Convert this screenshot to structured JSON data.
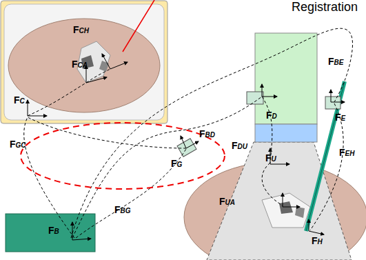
{
  "diagram": {
    "title": "Registration",
    "labels": [
      "FCH",
      "FCA",
      "FC",
      "FBE",
      "FBD",
      "FD",
      "FE",
      "FDU",
      "FG",
      "FGC",
      "FU",
      "FEH",
      "FUA",
      "FBG",
      "FB",
      "FH"
    ]
  }
}
